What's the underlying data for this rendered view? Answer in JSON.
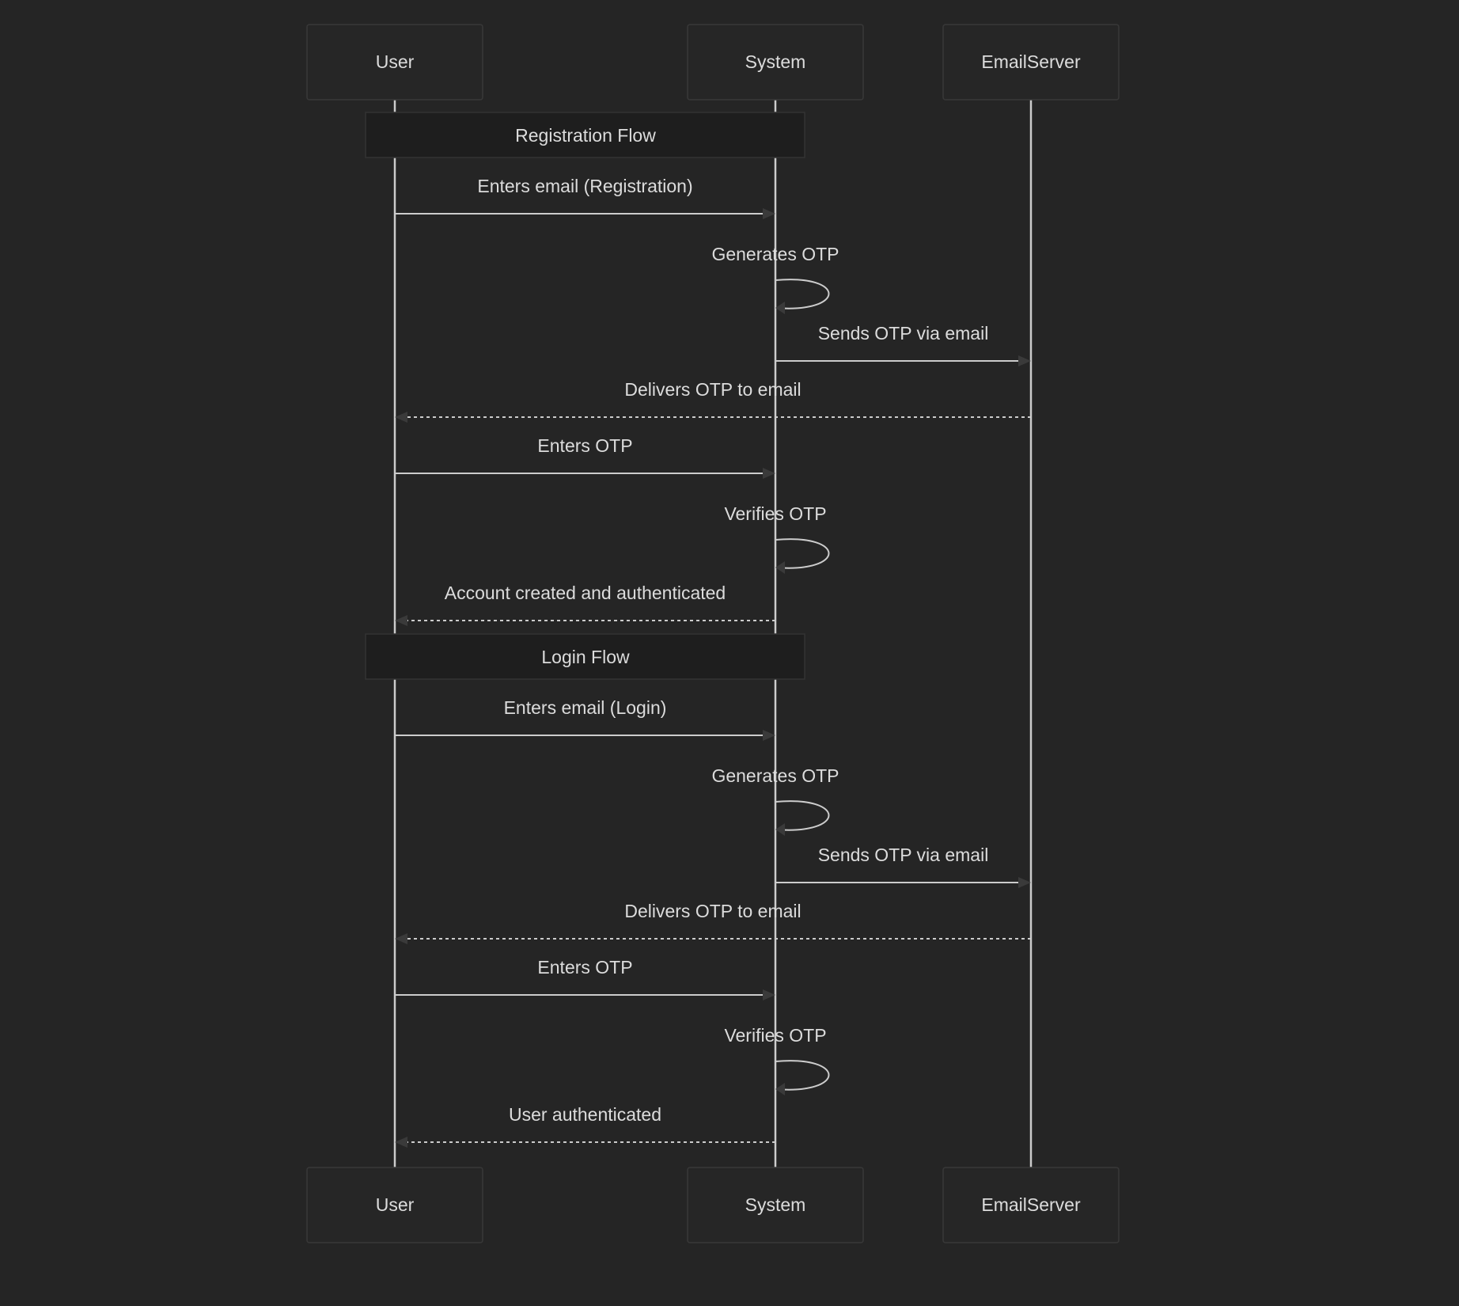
{
  "participants": [
    {
      "id": "user",
      "label": "User"
    },
    {
      "id": "system",
      "label": "System"
    },
    {
      "id": "email",
      "label": "EmailServer"
    }
  ],
  "sections": [
    {
      "label": "Registration Flow",
      "messages": [
        {
          "from": "user",
          "to": "system",
          "text": "Enters email (Registration)",
          "style": "solid"
        },
        {
          "from": "system",
          "to": "system",
          "text": "Generates OTP",
          "style": "self"
        },
        {
          "from": "system",
          "to": "email",
          "text": "Sends OTP via email",
          "style": "solid"
        },
        {
          "from": "email",
          "to": "user",
          "text": "Delivers OTP to email",
          "style": "dashed"
        },
        {
          "from": "user",
          "to": "system",
          "text": "Enters OTP",
          "style": "solid"
        },
        {
          "from": "system",
          "to": "system",
          "text": "Verifies OTP",
          "style": "self"
        },
        {
          "from": "system",
          "to": "user",
          "text": "Account created and authenticated",
          "style": "dashed"
        }
      ]
    },
    {
      "label": "Login Flow",
      "messages": [
        {
          "from": "user",
          "to": "system",
          "text": "Enters email (Login)",
          "style": "solid"
        },
        {
          "from": "system",
          "to": "system",
          "text": "Generates OTP",
          "style": "self"
        },
        {
          "from": "system",
          "to": "email",
          "text": "Sends OTP via email",
          "style": "solid"
        },
        {
          "from": "email",
          "to": "user",
          "text": "Delivers OTP to email",
          "style": "dashed"
        },
        {
          "from": "user",
          "to": "system",
          "text": "Enters OTP",
          "style": "solid"
        },
        {
          "from": "system",
          "to": "system",
          "text": "Verifies OTP",
          "style": "self"
        },
        {
          "from": "system",
          "to": "user",
          "text": "User authenticated",
          "style": "dashed"
        }
      ]
    }
  ],
  "colors": {
    "background": "#252525",
    "line": "#cccccc",
    "box": "#262626",
    "box_border": "#383838",
    "note": "#1e1e1e",
    "arrowhead": "#3a3a3a"
  }
}
